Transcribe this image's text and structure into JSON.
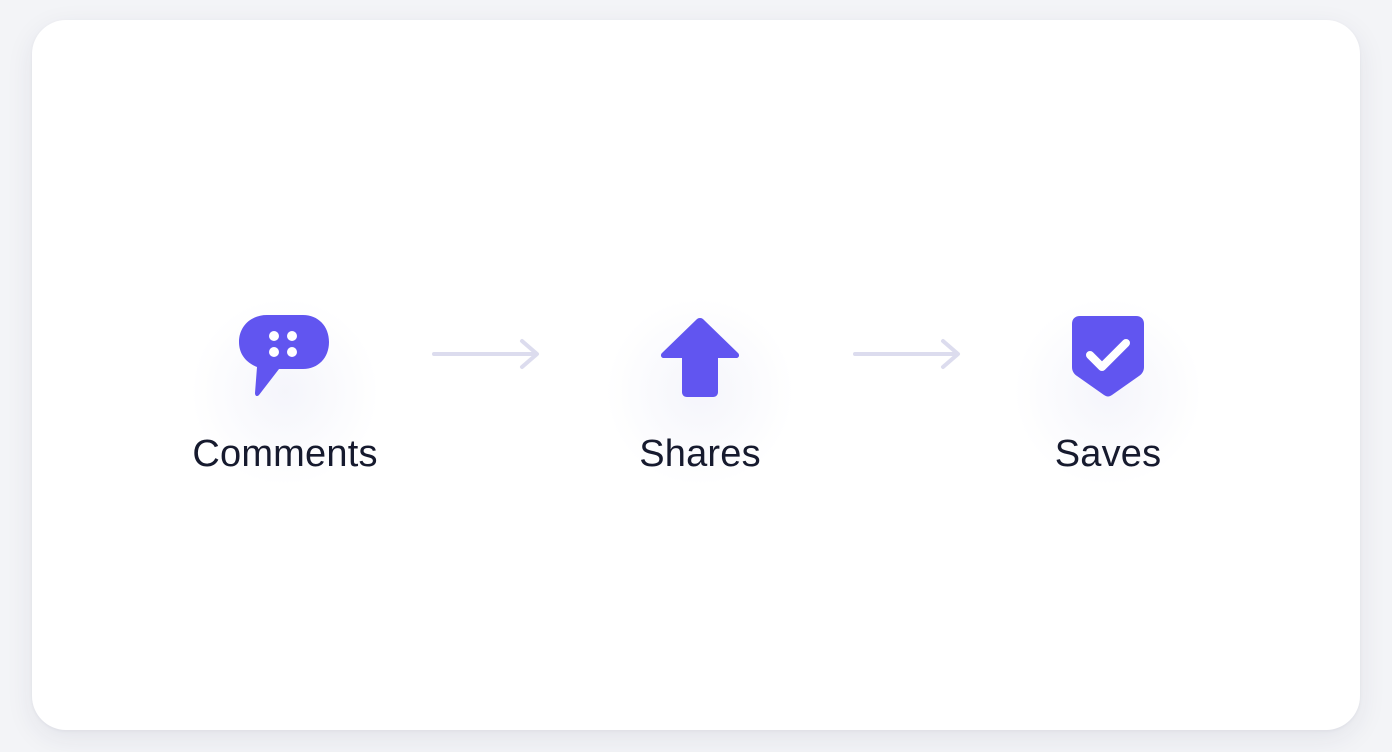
{
  "steps": [
    {
      "label": "Comments",
      "icon": "chat-bubble-icon"
    },
    {
      "label": "Shares",
      "icon": "up-arrow-icon"
    },
    {
      "label": "Saves",
      "icon": "shield-check-icon"
    }
  ],
  "colors": {
    "accent": "#6155f0",
    "text": "#161a2e",
    "connector": "#dcdcee",
    "background": "#ffffff"
  }
}
